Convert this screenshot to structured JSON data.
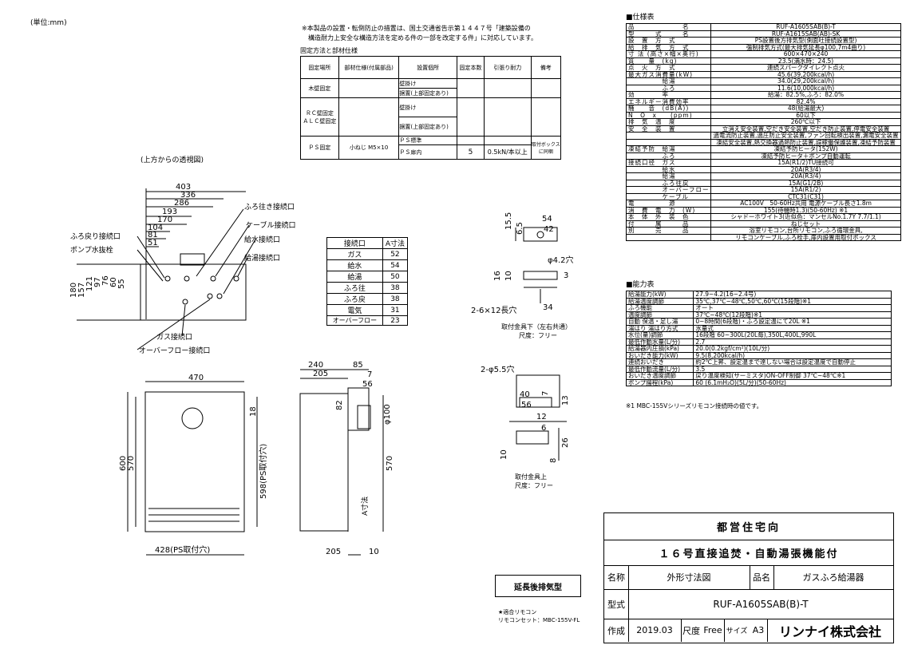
{
  "unit_note": "(単位:mm)",
  "notice": {
    "line1": "※本製品の設置・転倒防止の措置は、国土交通省告示第１４４７号「建築設備の",
    "line2": "構造耐力上安全な構造方法を定める件の一部を改定する件」に対応しています。"
  },
  "fix_table": {
    "title": "固定方法と部材仕様",
    "headers": [
      "固定場所",
      "部材仕様(付属部品)",
      "設置個所",
      "固定本数",
      "引張り耐力",
      "備考"
    ],
    "wood_label": "木壁固定",
    "wood_rows": [
      "壁掛け",
      "据置(上部固定あり)"
    ],
    "rc_label_1": "ＲＣ壁固定",
    "rc_label_2": "ＡＬＣ壁固定",
    "rc_rows": [
      "壁掛け",
      "据置(上部固定あり)"
    ],
    "ps_label": "ＰＳ固定",
    "ps_parts": "小ねじ M5×10",
    "ps_rows": [
      "ＰＳ標準",
      "ＰＳ扉内"
    ],
    "ps_count": "5",
    "ps_strength": "0.5kN/本以上",
    "ps_note": "取付ボックスに同梱"
  },
  "view_label": "(上方からの透視図)",
  "top_view": {
    "widths": [
      "403",
      "336",
      "286",
      "193",
      "170",
      "104",
      "81",
      "51"
    ],
    "heights": [
      "180",
      "157",
      "121",
      "97",
      "76",
      "60",
      "55"
    ],
    "labels": [
      "ふろ戻り接続口",
      "ポンプ水抜栓",
      "ふろ往き接続口",
      "ケーブル接続口",
      "給水接続口",
      "給湯接続口",
      "ガス接続口",
      "オーバーフロー接続口"
    ]
  },
  "conn_table": {
    "headers": [
      "接続口",
      "A寸法"
    ],
    "rows": [
      [
        "ガス",
        "52"
      ],
      [
        "給水",
        "54"
      ],
      [
        "給湯",
        "50"
      ],
      [
        "ふろ往",
        "38"
      ],
      [
        "ふろ戻",
        "38"
      ],
      [
        "電気",
        "31"
      ],
      [
        "オーバーフロー",
        "23"
      ]
    ]
  },
  "bracket_lower": {
    "dims": [
      "15.5",
      "6.5",
      "54",
      "42",
      "φ4.2穴",
      "16",
      "10",
      "3",
      "34",
      "2-6×12長穴"
    ],
    "caption": "取付金具下（左右共通）",
    "scale": "尺度：フリー"
  },
  "bracket_upper": {
    "dims": [
      "2-φ5.5穴",
      "40",
      "56",
      "7",
      "13",
      "12",
      "6",
      "26",
      "8",
      "10"
    ],
    "caption": "取付金具上",
    "scale": "尺度：フリー"
  },
  "front_view": {
    "dims": [
      "470",
      "600",
      "570",
      "18",
      "598(PS取付穴)",
      "428(PS取付穴)"
    ]
  },
  "side_view": {
    "dims": [
      "240",
      "85",
      "205",
      "7",
      "56",
      "82",
      "φ100",
      "570",
      "A寸法",
      "205",
      "10"
    ]
  },
  "spec_title": "■仕様表",
  "spec_rows": [
    [
      "品　　　　　　　名",
      "RUF-A1605SAB(B)-T"
    ],
    [
      "型　　　式　　　名",
      "RUF-A1615SAB(AB)-SK"
    ],
    [
      "設　置　方　式",
      "PS設置後方排気型(側面吐接続設置型)"
    ],
    [
      "給　排　気　方　式",
      "強制排気方式(最大排気延長φ100,7m4曲り)"
    ],
    [
      "寸 法 (高さ×幅×奥行)",
      "600×470×240"
    ],
    [
      "質　　量　(kg)",
      "23.5(満水時：24.5)"
    ],
    [
      "点　火　方　式",
      "連続スパークダイレクト点火"
    ],
    [
      "最大ガス消費量(kW)",
      "45.6(39,200kcal/h)"
    ],
    [
      "　　　　　給湯",
      "34.0(29,200kcal/h)"
    ],
    [
      "　　　　　ふろ",
      "11.6(10,000kcal/h)"
    ],
    [
      "効　　　　率",
      "給湯：82.5%,ふろ：82.0%"
    ],
    [
      "エネルギー消費効率",
      "82.4%"
    ],
    [
      "騒　　音　(dB(A))",
      "48(給湯最大)"
    ],
    [
      "N　O　x　　(ppm)",
      "60以下"
    ],
    [
      "排　気　温　度",
      "260℃以下"
    ],
    [
      "安　全　装　置",
      "立消え安全装置,空だき安全装置,空だき防止装置,停電安全装置"
    ],
    [
      "",
      "過電流防止装置,過圧防止安全装置,ファン回転検出装置,漏電安全装置"
    ],
    [
      "",
      "凍結安全装置,熱交換器過熱防止装置,誤稼働保護装置,凍結予防装置"
    ],
    [
      "凍結予防　給湯",
      "凍結予防ヒータ(152W)"
    ],
    [
      "　　　　　ふろ",
      "凍結予防ヒータ＋ポンプ自動運転"
    ],
    [
      "接続口径　ガス",
      "15A(R1/2)TU接続可"
    ],
    [
      "　　　　　給水",
      "20A(R3/4)"
    ],
    [
      "　　　　　給湯",
      "20A(R3/4)"
    ],
    [
      "　　　　　ふろ往戻",
      "15A(G1/2B)"
    ],
    [
      "　　　　　オーバーフロー",
      "15A(R1/2)"
    ],
    [
      "　　　　　ケーブル",
      "CTC31(C31)"
    ],
    [
      "電　　　　　源",
      "AC100V　50-60Hz共用 電源ケーブル長さ1.8m"
    ],
    [
      "消　費　電　力　(W)",
      "155(待機時1.3)(50-60Hz) ※1"
    ],
    [
      "本　体　外　装　色",
      "シャドーホワイト3(近似色：マンセルNo.1.7Y 7.7/1.1)"
    ],
    [
      "付　　　属　　　品",
      "ねじセット"
    ],
    [
      "別　　　売　　　品",
      "浴室リモコン,台所リモコン,ふろ循環金具,"
    ],
    [
      "",
      "リモコンケーブル,ふろ栓手,扉内設置用取付ボックス"
    ]
  ],
  "perf_title": "■能力表",
  "perf_rows": [
    [
      "給湯能力(kW)",
      "27.9~4.2(16~2.4号)"
    ],
    [
      "給湯温度調節",
      "35℃,37℃~48℃,50℃,60℃(15段階)※1"
    ],
    [
      "ふろ機能",
      "オート"
    ],
    [
      "温度調節",
      "37℃~48℃(12段階)※1"
    ],
    [
      "自動 保温・足し湯",
      "0~8時間(6段階)・ふろ設定温にて20L ※1"
    ],
    [
      "湯はり 湯はり方式",
      "水量式"
    ],
    [
      "水位(量)調節",
      "16段階 60~300L(20L毎),350L,400L,990L"
    ],
    [
      "最低作動水量(L/分)",
      "2.7"
    ],
    [
      "給湯器内圧損(kPa)",
      "20.0(0.2kgf/cm²)(10L/分)"
    ],
    [
      "おいだき能力(kW)",
      "9.5(8,200kcal/h)"
    ],
    [
      "連続おいだき",
      "約2℃上昇、設定温まで達しない場合は設定温度で自動停止"
    ],
    [
      "最低作動流量(L/分)",
      "3.5"
    ],
    [
      "おいだき温度調節",
      "戻り温度検知(サーミスタ)ON-OFF制御 37℃~48℃※1"
    ],
    [
      "ポンプ揚程(kPa)",
      "60 (6.1mH₂O)(5L/分)(50-60Hz)"
    ]
  ],
  "perf_note": "※1 MBC-155Vシリーズリモコン接続時の値です。",
  "badge": "延長後排気型",
  "remote": {
    "line1": "★適合リモコン",
    "line2": "リモコンセット：MBC-155V-FL"
  },
  "title_block": {
    "row1": "都営住宅向",
    "row2": "１６号直接追焚・自動湯張機能付",
    "name_label": "名称",
    "name_value": "外形寸法図",
    "product_label": "品名",
    "product_value": "ガスふろ給湯器",
    "model_label": "型式",
    "model_value": "RUF-A1605SAB(B)-T",
    "created_label": "作成",
    "created_value": "2019.03",
    "scale_label": "尺度",
    "scale_value": "Free",
    "size_label": "サイズ",
    "size_value": "A3",
    "company": "リンナイ株式会社"
  }
}
